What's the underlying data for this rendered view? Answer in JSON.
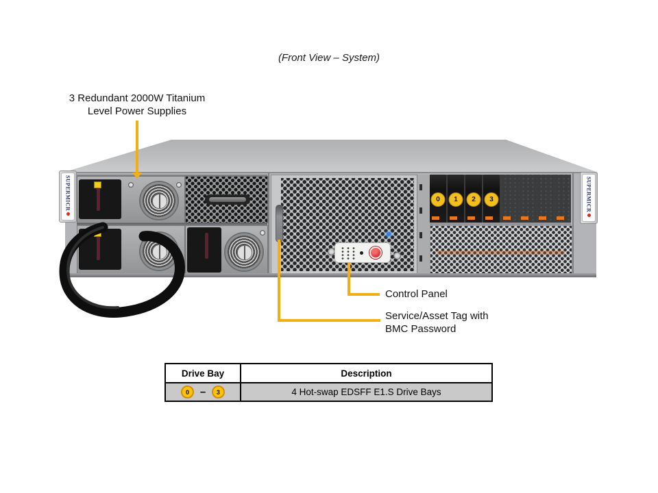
{
  "title": "(Front View – System)",
  "colors": {
    "callout_line": "#F2AE13",
    "badge_fill": "#FFC20E",
    "badge_ring": "#D28E00"
  },
  "callouts": {
    "psu_line1": "3 Redundant 2000W Titanium",
    "psu_line2": "Level Power Supplies",
    "control_panel": "Control Panel",
    "service_line1": "Service/Asset Tag with",
    "service_line2": "BMC Password"
  },
  "chassis": {
    "brand": "SUPERMICR",
    "drive_bays": [
      "0",
      "1",
      "2",
      "3"
    ]
  },
  "table": {
    "col1": "Drive Bay",
    "col2": "Description",
    "bay_from": "0",
    "bay_to": "3",
    "dash": "–",
    "description": "4 Hot-swap EDSFF E1.S Drive Bays"
  }
}
